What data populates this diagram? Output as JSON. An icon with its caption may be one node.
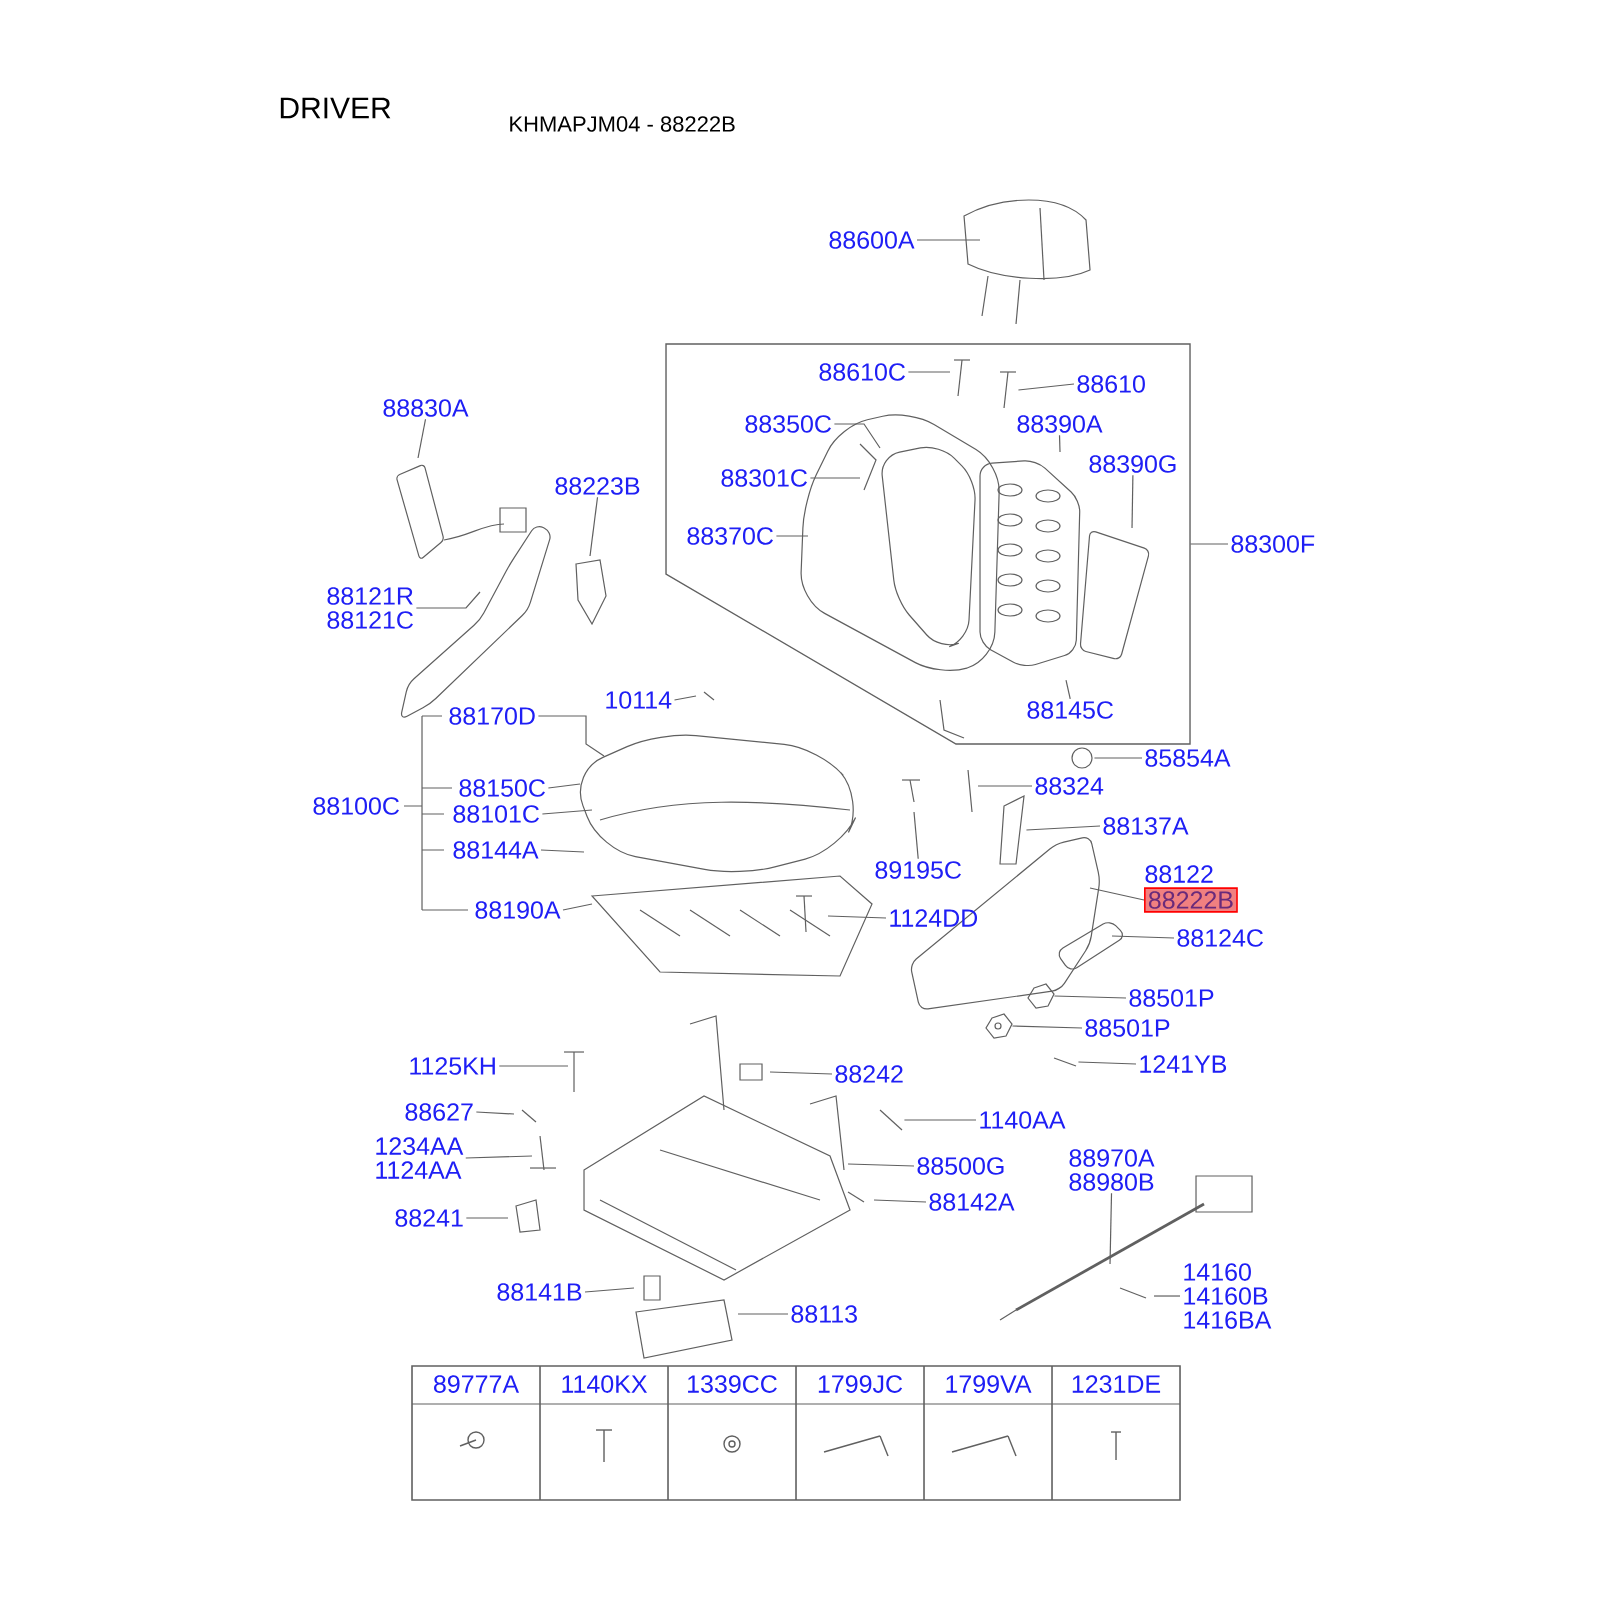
{
  "diagram": {
    "title": "DRIVER",
    "nodes": [
      {
        "text": [
          "88600A"
        ]
      },
      {
        "text": [],
        "shape": "box"
      },
      {
        "text": [
          "88610C"
        ],
        "in": 1
      },
      {
        "text": [
          "88610"
        ],
        "in": 1
      },
      {
        "text": [
          "88350C"
        ],
        "in": 1
      },
      {
        "text": [
          "88390A"
        ],
        "in": 1
      },
      {
        "text": [
          "88301C"
        ],
        "in": 1
      },
      {
        "text": [
          "88390G"
        ],
        "in": 1
      },
      {
        "text": [
          "88370C"
        ],
        "in": 1
      },
      {
        "text": [
          "88145C"
        ],
        "in": 1
      },
      {
        "text": [
          "88300F"
        ]
      },
      {
        "text": [
          "88830A"
        ]
      },
      {
        "text": [
          "88223B"
        ]
      },
      {
        "text": [
          "88121R",
          "88121C"
        ]
      },
      {
        "text": [
          "88170D"
        ]
      },
      {
        "text": [
          "10114"
        ]
      },
      {
        "text": [
          "88100C"
        ]
      },
      {
        "text": [
          "88150C"
        ]
      },
      {
        "text": [
          "88101C"
        ]
      },
      {
        "text": [
          "88144A"
        ]
      },
      {
        "text": [
          "88190A"
        ]
      },
      {
        "text": [
          "89195C"
        ]
      },
      {
        "text": [
          "88324"
        ]
      },
      {
        "text": [
          "85854A"
        ]
      },
      {
        "text": [
          "88137A"
        ]
      },
      {
        "text": [
          "88222B"
        ],
        "beside": [
          "88122"
        ]
      },
      {
        "text": [
          "1124DD"
        ]
      },
      {
        "text": [
          "88124C"
        ]
      },
      {
        "text": [
          "88501P"
        ]
      },
      {
        "text": [
          "88501P"
        ]
      },
      {
        "text": [
          "1125KH"
        ]
      },
      {
        "text": [
          "88242"
        ]
      },
      {
        "text": [
          "1241YB"
        ]
      },
      {
        "text": [
          "88627"
        ]
      },
      {
        "text": [
          "1234AA",
          "1124AA"
        ]
      },
      {
        "text": [
          "1140AA"
        ]
      },
      {
        "text": [
          "88500G"
        ]
      },
      {
        "text": [
          "88970A",
          "88980B"
        ]
      },
      {
        "text": [
          "88241"
        ]
      },
      {
        "text": [
          "88142A"
        ]
      },
      {
        "text": [
          "88141B"
        ]
      },
      {
        "text": [
          "88113"
        ]
      },
      {
        "text": [
          "14160",
          "14160B",
          "1416BA"
        ]
      },
      {
        "text": [],
        "shape": "picture",
        "in": 1
      },
      {
        "text": [],
        "shape": "circle"
      },
      {
        "text": [],
        "shape": "picture"
      },
      {
        "text": [],
        "shape": "picture"
      },
      {
        "text": [],
        "shape": "picture"
      },
      {
        "text": [],
        "shape": "picture"
      },
      {
        "text": [],
        "shape": "picture"
      }
    ],
    "edges": [
      {
        "from": 0,
        "to": null,
        "arrow": "none"
      },
      {
        "from": 2,
        "to": null,
        "arrow": "none"
      },
      {
        "from": 3,
        "to": 43,
        "arrow": "none"
      },
      {
        "from": 4,
        "to": null,
        "arrow": "none"
      },
      {
        "from": 5,
        "to": null,
        "arrow": "none"
      },
      {
        "from": 6,
        "to": null,
        "arrow": "none"
      },
      {
        "from": 7,
        "to": null,
        "arrow": "none"
      },
      {
        "from": 8,
        "to": null,
        "arrow": "none"
      },
      {
        "from": 9,
        "to": null,
        "arrow": "none"
      },
      {
        "from": 10,
        "to": 1,
        "arrow": "none"
      },
      {
        "from": 11,
        "to": null,
        "arrow": "none"
      },
      {
        "from": 12,
        "to": null,
        "arrow": "none"
      },
      {
        "from": 13,
        "to": null,
        "arrow": "none"
      },
      {
        "from": 14,
        "to": null,
        "arrow": "none"
      },
      {
        "from": 15,
        "to": null,
        "arrow": "none"
      },
      {
        "from": 17,
        "to": null,
        "arrow": "none"
      },
      {
        "from": 18,
        "to": null,
        "arrow": "none"
      },
      {
        "from": 19,
        "to": null,
        "arrow": "none"
      },
      {
        "from": 20,
        "to": null,
        "arrow": "none"
      },
      {
        "from": 21,
        "to": null,
        "arrow": "none"
      },
      {
        "from": 22,
        "to": null,
        "arrow": "none"
      },
      {
        "from": 23,
        "to": 44,
        "arrow": "none"
      },
      {
        "from": 24,
        "to": 45,
        "arrow": "none"
      },
      {
        "from": 25,
        "to": null,
        "arrow": "none"
      },
      {
        "from": 26,
        "to": null,
        "arrow": "none"
      },
      {
        "from": 27,
        "to": null,
        "arrow": "none"
      },
      {
        "from": 28,
        "to": 46,
        "arrow": "none"
      },
      {
        "from": 29,
        "to": 49,
        "arrow": "none"
      },
      {
        "from": 30,
        "to": null,
        "arrow": "none"
      },
      {
        "from": 31,
        "to": null,
        "arrow": "none"
      },
      {
        "from": 32,
        "to": 47,
        "arrow": "none"
      },
      {
        "from": 33,
        "to": null,
        "arrow": "none"
      },
      {
        "from": 34,
        "to": null,
        "arrow": "none"
      },
      {
        "from": 35,
        "to": 48,
        "arrow": "none"
      },
      {
        "from": 36,
        "to": null,
        "arrow": "none"
      },
      {
        "from": 37,
        "to": null,
        "arrow": "none"
      },
      {
        "from": 38,
        "to": null,
        "arrow": "none"
      },
      {
        "from": 39,
        "to": null,
        "arrow": "none"
      },
      {
        "from": 40,
        "to": null,
        "arrow": "none"
      },
      {
        "from": 41,
        "to": null,
        "arrow": "none"
      },
      {
        "from": 42,
        "to": null,
        "arrow": "none"
      }
    ],
    "labels": [
      "KHMAPJM04 - 88222B",
      "89777A",
      "1140KX",
      "1339CC",
      "1799JC",
      "1799VA",
      "1231DE"
    ]
  }
}
